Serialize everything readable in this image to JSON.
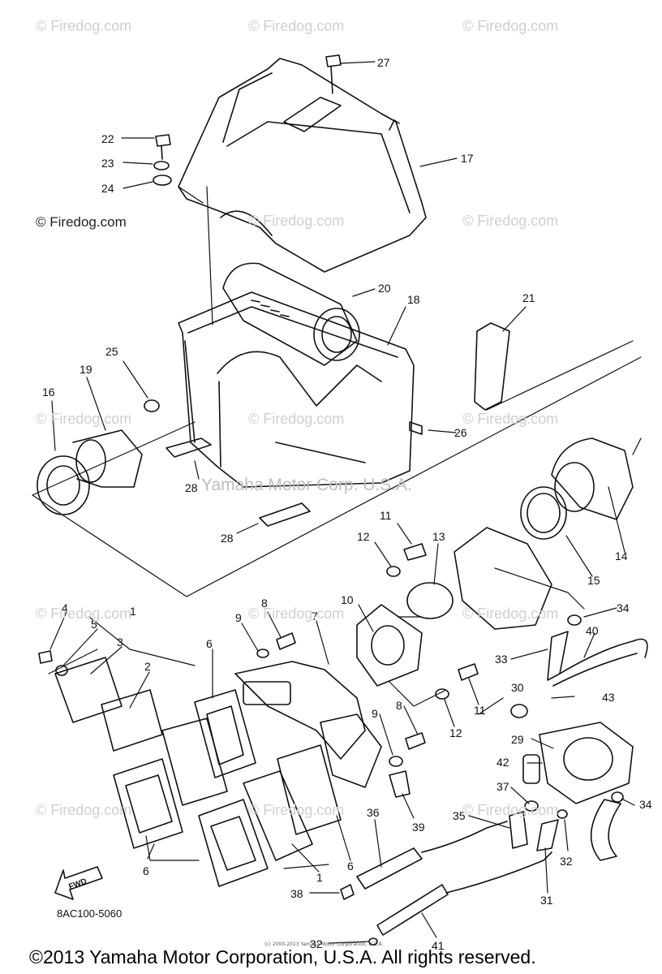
{
  "watermarks": {
    "site": "© Firedog.com",
    "brand": "Yamaha Motor Corp. U.S.A."
  },
  "part_code": "8AC100-5060",
  "small_print": "(c) 2000-2013 Yamaha Motor Corporation, U.S.A.",
  "copyright": "©2013 Yamaha Motor Corporation, U.S.A. All rights reserved.",
  "fwd_label": "FWD",
  "callouts": [
    "27",
    "22",
    "23",
    "24",
    "17",
    "20",
    "18",
    "21",
    "25",
    "19",
    "16",
    "26",
    "28",
    "28",
    "11",
    "13",
    "12",
    "14",
    "15",
    "4",
    "5",
    "3",
    "8",
    "10",
    "9",
    "7",
    "6",
    "2",
    "34",
    "40",
    "33",
    "30",
    "43",
    "8",
    "11",
    "12",
    "9",
    "29",
    "42",
    "37",
    "34",
    "35",
    "36",
    "39",
    "6",
    "1",
    "32",
    "6",
    "38",
    "31",
    "32",
    "41",
    "1"
  ]
}
